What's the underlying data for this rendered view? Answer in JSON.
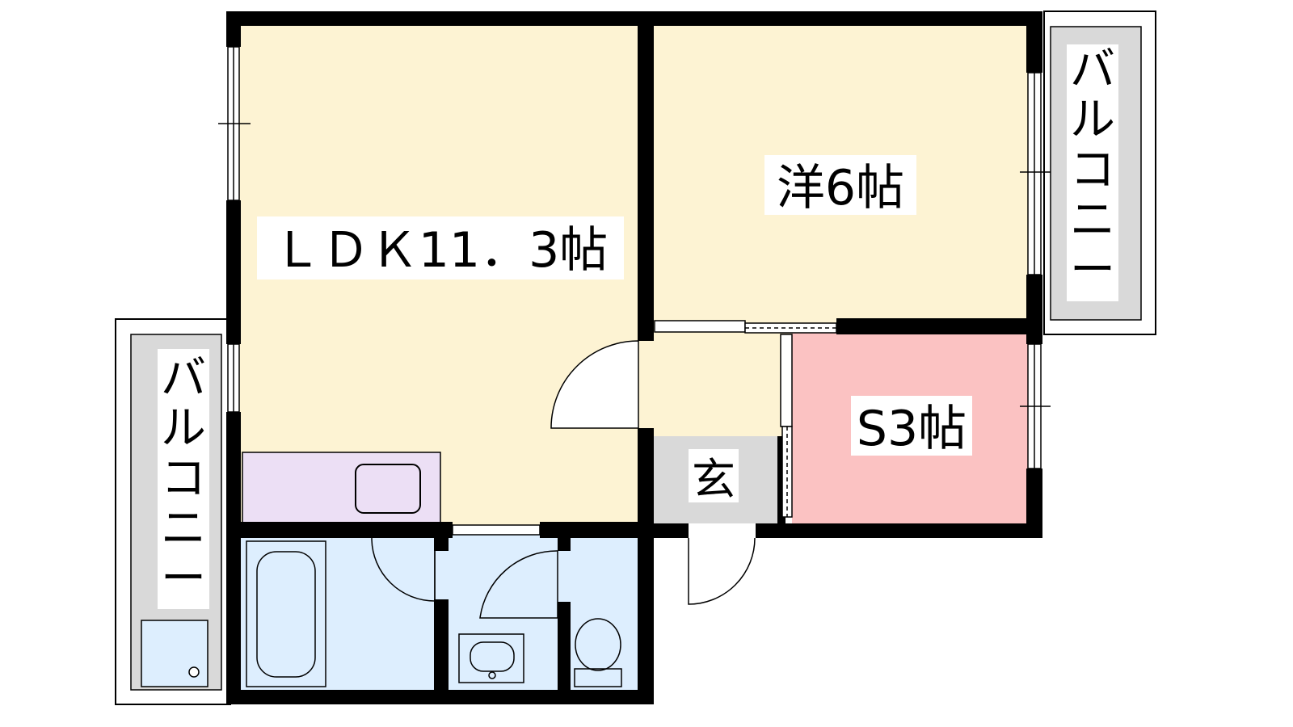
{
  "rooms": {
    "ldk": {
      "label": "ＬＤＫ11．3帖"
    },
    "western": {
      "label": "洋6帖"
    },
    "storage": {
      "label": "S3帖"
    },
    "entrance": {
      "label": "玄"
    }
  },
  "balconies": {
    "left": {
      "label": "バルコニー"
    },
    "right": {
      "label": "バルコニー"
    }
  },
  "colors": {
    "ldk_floor": "#fdf3d3",
    "western_floor": "#fdf3d3",
    "hall_floor": "#fdf3d3",
    "storage_floor": "#fbc2c2",
    "entrance_floor": "#d9d9d9",
    "kitchen_counter": "#ecdff5",
    "bathroom_floor": "#ddeefe",
    "balcony_floor": "#d9d9d9",
    "wall": "#000000"
  }
}
